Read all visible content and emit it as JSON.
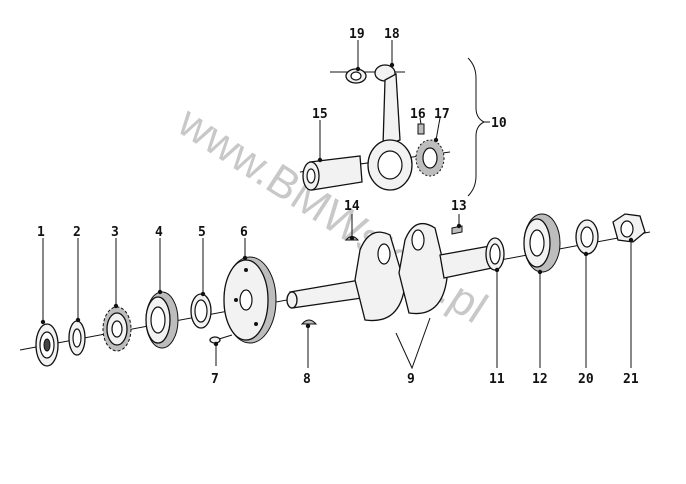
{
  "watermark": "www.BMWstore.pl",
  "labels": {
    "p1": "1",
    "p2": "2",
    "p3": "3",
    "p4": "4",
    "p5": "5",
    "p6": "6",
    "p7": "7",
    "p8": "8",
    "p9": "9",
    "p10": "10",
    "p11": "11",
    "p12": "12",
    "p13": "13",
    "p14": "14",
    "p15": "15",
    "p16": "16",
    "p17": "17",
    "p18": "18",
    "p19": "19",
    "p20": "20",
    "p21": "21"
  }
}
